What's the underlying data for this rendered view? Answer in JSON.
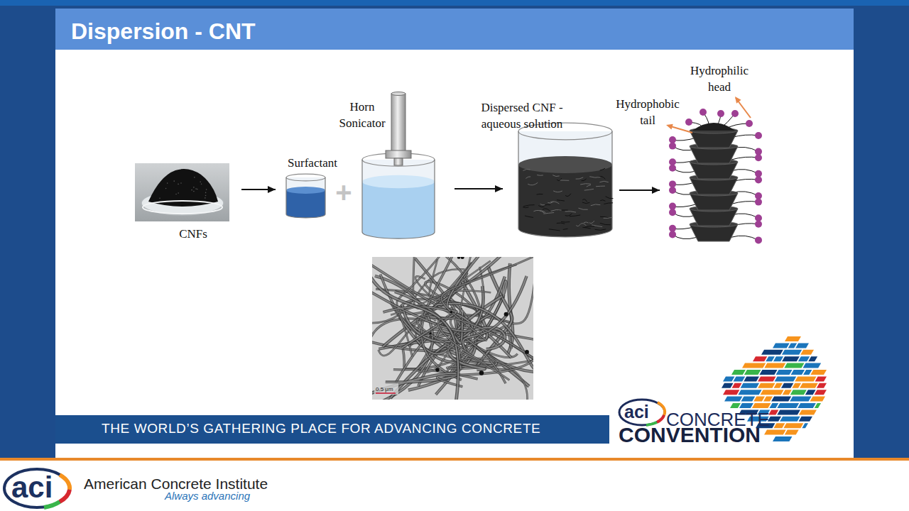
{
  "diagram": {
    "title": "Dispersion - CNT",
    "nodes": [
      {
        "text": [
          "CNFs"
        ]
      },
      {
        "text": [
          "Surfactant"
        ]
      },
      {
        "text": [
          "Horn Sonicator"
        ]
      },
      {
        "text": [
          "Dispersed CNF - aqueous solution"
        ]
      },
      {
        "text": [
          "Hydrophilic head",
          "Hydrophobic tail"
        ]
      }
    ],
    "edges": [
      {
        "from": 0,
        "to": 1,
        "arrow": "to"
      },
      {
        "from": 2,
        "to": 3,
        "arrow": "to"
      },
      {
        "from": 3,
        "to": 4,
        "arrow": "to"
      }
    ],
    "labels": [
      "+",
      "0.5 μm",
      "THE WORLD’S GATHERING PLACE FOR ADVANCING CONCRETE",
      "aci",
      "CONCRETE",
      "CONVENTION",
      "aci",
      "American Concrete Institute",
      "Always advancing"
    ]
  }
}
